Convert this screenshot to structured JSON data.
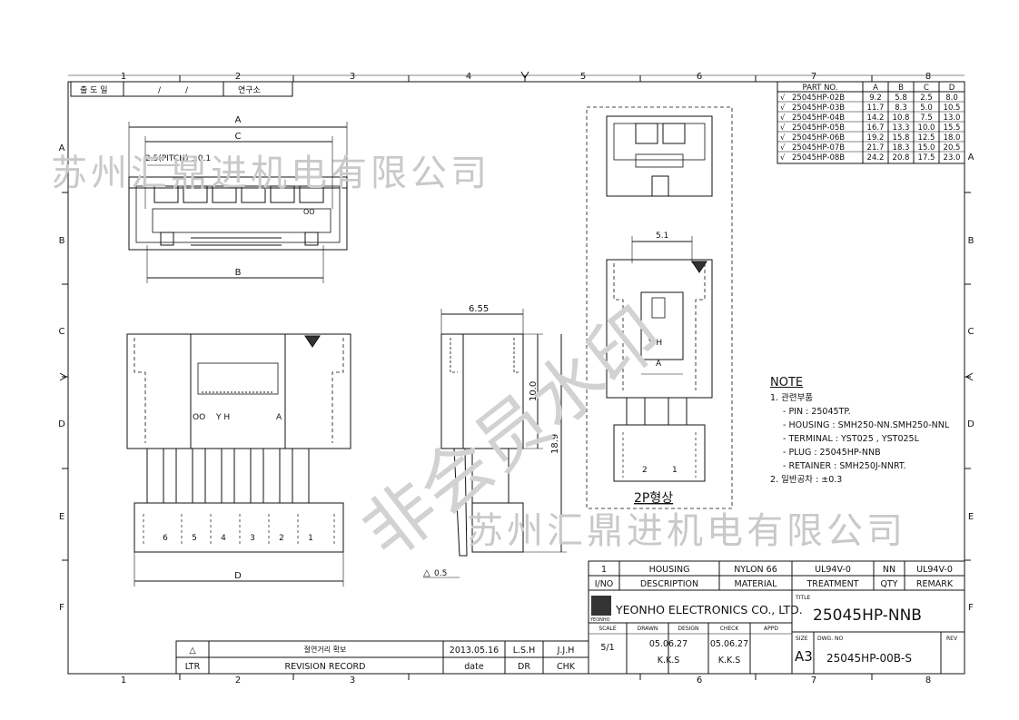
{
  "columns": [
    "1",
    "2",
    "3",
    "4",
    "5",
    "6",
    "7",
    "8"
  ],
  "rows": [
    "A",
    "B",
    "C",
    "D",
    "E",
    "F"
  ],
  "header_fields": {
    "release_label": "출 도 일",
    "slash1": "/",
    "slash2": "/",
    "institute": "연구소"
  },
  "part_table": {
    "headers": [
      "PART NO.",
      "A",
      "B",
      "C",
      "D"
    ],
    "rows": [
      [
        "25045HP-02B",
        "9.2",
        "5.8",
        "2.5",
        "8.0"
      ],
      [
        "25045HP-03B",
        "11.7",
        "8.3",
        "5.0",
        "10.5"
      ],
      [
        "25045HP-04B",
        "14.2",
        "10.8",
        "7.5",
        "13.0"
      ],
      [
        "25045HP-05B",
        "16.7",
        "13.3",
        "10.0",
        "15.5"
      ],
      [
        "25045HP-06B",
        "19.2",
        "15.8",
        "12.5",
        "18.0"
      ],
      [
        "25045HP-07B",
        "21.7",
        "18.3",
        "15.0",
        "20.5"
      ],
      [
        "25045HP-08B",
        "24.2",
        "20.8",
        "17.5",
        "23.0"
      ]
    ],
    "check": "√"
  },
  "dims": {
    "a": "A",
    "b": "B",
    "c": "C",
    "d": "D",
    "pitch": "2.5(PITCH) ±0.1",
    "w655": "6.55",
    "h100": "10.0",
    "h189": "18.9",
    "w51": "5.1",
    "ref05": "0.5",
    "delta": "△"
  },
  "labels": {
    "oo": "OO",
    "yh": "Y H",
    "a": "A",
    "pins": [
      "6",
      "5",
      "4",
      "3",
      "2",
      "1"
    ],
    "pins2": [
      "2",
      "1"
    ],
    "shape": "2P형상"
  },
  "note": {
    "title": "NOTE",
    "item1": "1. 관련부품",
    "pin": "- PIN : 25045TP.",
    "housing": "- HOUSING : SMH250-NN.SMH250-NNL",
    "terminal": "- TERMINAL : YST025 , YST025L",
    "plug": "- PLUG : 25045HP-NNB",
    "retainer": "- RETAINER : SMH250J-NNRT.",
    "item2": "2. 일반공차 : ±0.3"
  },
  "material_table": {
    "r1": [
      "1",
      "HOUSING",
      "NYLON 66",
      "UL94V-0",
      "NN",
      "UL94V-0"
    ],
    "r2": [
      "I/NO",
      "DESCRIPTION",
      "MATERIAL",
      "TREATMENT",
      "QTY",
      "REMARK"
    ]
  },
  "title_block": {
    "company": "YEONHO ELECTRONICS CO., LTD.",
    "logo": "YEONHO",
    "title_label": "TITLE",
    "title": "25045HP-NNB",
    "scale_label": "SCALE",
    "scale": "5/1",
    "drawn_label": "DRAWN",
    "drawn_date": "05.06.27",
    "drawn_by": "K.K.S",
    "design_label": "DESIGN",
    "check_label": "CHECK",
    "check_date": "05.06.27",
    "check_by": "K.K.S",
    "appd_label": "APPD",
    "size_label": "SIZE",
    "size": "A3",
    "dwg_label": "DWG. NO",
    "dwg_no": "25045HP-00B-S",
    "rev_label": "REV"
  },
  "revision": {
    "symbol": "△",
    "text": "절연거리 확보",
    "date": "2013.05.16",
    "dr": "L.S.H",
    "chk": "J.J.H",
    "h_ltr": "LTR",
    "h_rev": "REVISION    RECORD",
    "h_date": "date",
    "h_dr": "DR",
    "h_chk": "CHK"
  },
  "watermarks": {
    "top": "苏州汇鼎进机电有限公司",
    "bottom": "苏州汇鼎进机电有限公司",
    "diagonal": "非会员水印"
  }
}
